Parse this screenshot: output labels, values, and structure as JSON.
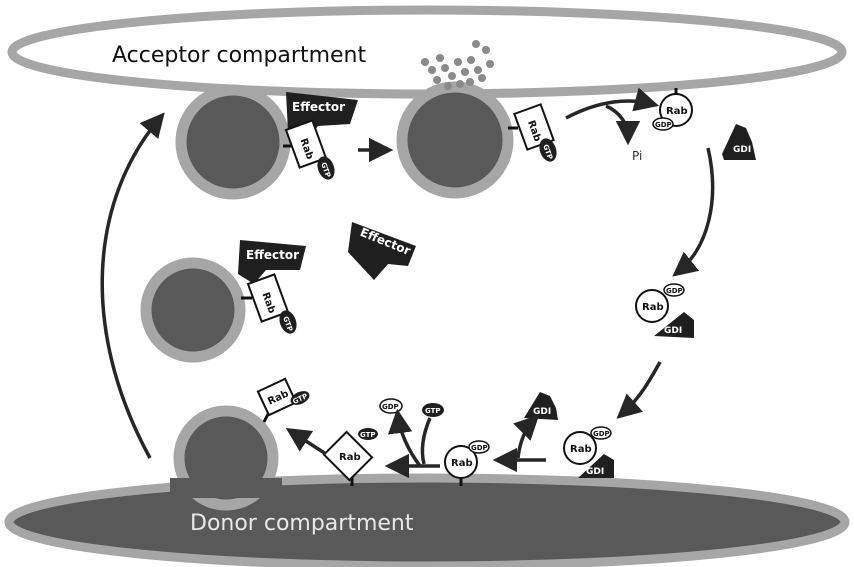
{
  "compartments": {
    "acceptor": "Acceptor compartment",
    "donor": "Donor compartment"
  },
  "labels": {
    "effector": "Effector",
    "rab": "Rab",
    "gtp": "GTP",
    "gdp": "GDP",
    "gdi": "GDI",
    "pi": "Pi"
  },
  "colors": {
    "membrane": "#a6a6a6",
    "lumen": "#595959",
    "protein": "#1f1f1f",
    "arrow": "#262626",
    "cargo": "#8a8a8a"
  }
}
